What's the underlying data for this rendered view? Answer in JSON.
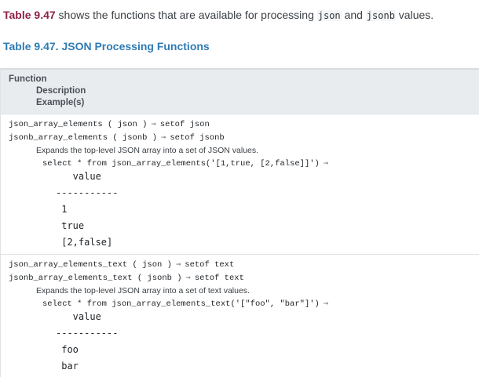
{
  "glyphs": {
    "arrow": "→"
  },
  "intro": {
    "link": "Table 9.47",
    "t1": " shows the functions that are available for processing ",
    "c1": "json",
    "t2": " and ",
    "c2": "jsonb",
    "t3": " values."
  },
  "caption": "Table 9.47. JSON Processing Functions",
  "table": {
    "header": {
      "function": "Function",
      "description": "Description",
      "examples": "Example(s)"
    },
    "rows": [
      {
        "sig": [
          {
            "fn": "json_array_elements ( json )",
            "ret": "setof json"
          },
          {
            "fn": "jsonb_array_elements ( jsonb )",
            "ret": "setof jsonb"
          }
        ],
        "desc": "Expands the top-level JSON array into a set of JSON values.",
        "query": "select * from json_array_elements('[1,true, [2,false]]')",
        "output": "   value\n-----------\n 1\n true\n [2,false]"
      },
      {
        "sig": [
          {
            "fn": "json_array_elements_text ( json )",
            "ret": "setof text"
          },
          {
            "fn": "jsonb_array_elements_text ( jsonb )",
            "ret": "setof text"
          }
        ],
        "desc": "Expands the top-level JSON array into a set of text values.",
        "query": "select * from json_array_elements_text('[\"foo\", \"bar\"]')",
        "output": "   value\n-----------\n foo\n bar"
      }
    ]
  }
}
